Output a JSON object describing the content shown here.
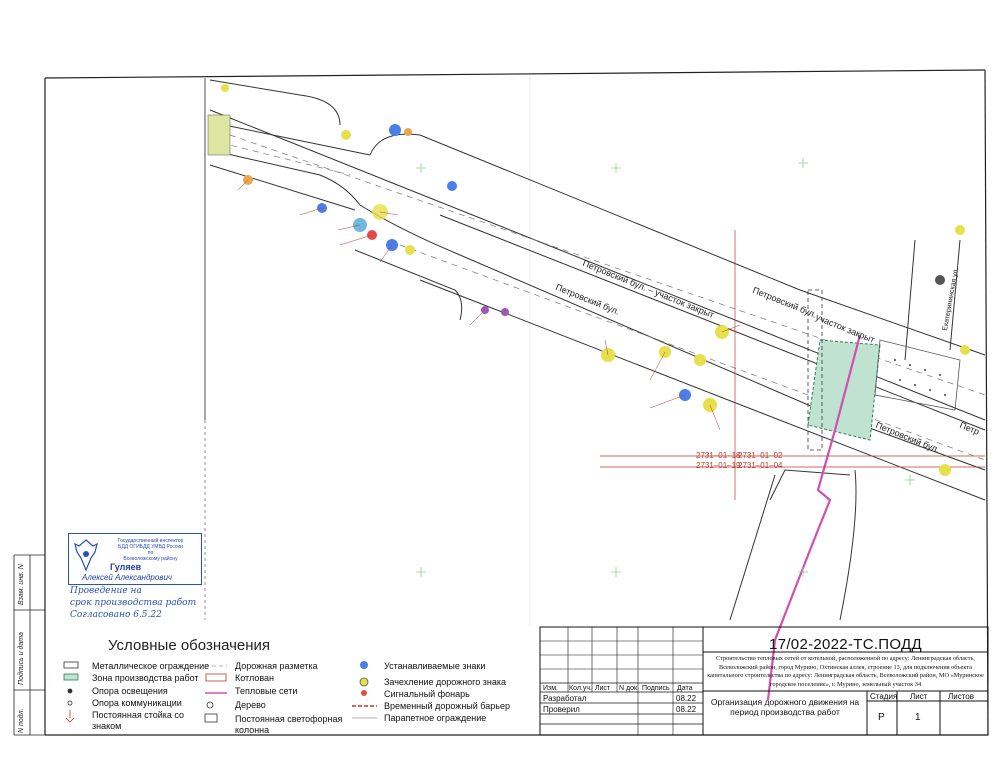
{
  "stamp": {
    "lines": [
      "Государственный инспектор",
      "БДД ОГИБДД УМВД России",
      "по",
      "Всеволожскому району"
    ],
    "name": "Гуляев",
    "fio": "Алексей Александрович"
  },
  "handwriting": [
    "Проведение на",
    "срок производства работ",
    "Согласовано 6.5.22"
  ],
  "side_labels": [
    "Взам. инв. N",
    "Подпись и дата",
    "N подл."
  ],
  "road_labels": {
    "street1": "Петровский бул. – участок закрыт",
    "street2": "Петровский бул.",
    "street3": "Петровский бул.",
    "street4": "участок закрыт",
    "street5": "Петровский бул.",
    "street6": "Петр",
    "street7": "Екатерининская ул."
  },
  "refs": [
    "2731–01–18",
    "2731–01–02",
    "2731–01–19",
    "2731–01–04"
  ],
  "legend": {
    "title": "Условные обозначения",
    "items": [
      "Металлическое ограждение",
      "Зона производства работ",
      "Опора освещения",
      "Опора коммуникации",
      "Постоянная стойка со знаком",
      "Дорожная разметка",
      "Котлован",
      "Тепловые сети",
      "Дерево",
      "Постоянная светофорная колонна",
      "Устанавливаемые знаки",
      "Зачехление дорожного знака",
      "Сигнальный фонарь",
      "Временный дорожный барьер",
      "Парапетное ограждение"
    ]
  },
  "title_block": {
    "code": "17/02-2022-ТС.ПОДД",
    "description": "Строительство тепловых сетей от котельной, расположенной по адресу: Ленинградская область, Всеволожский район, город Мурино, Охтинская аллея, строение 13, для подключения объекта капитального строительства по адресу: Ленинградская область, Всеволожский район, МО «Муринское городское поселение», г. Мурино, земельный участок 34",
    "col_headers": [
      "Изм.",
      "Кол.уч.",
      "Лист",
      "N док.",
      "Подпись",
      "Дата"
    ],
    "rows": [
      {
        "role": "Разработал",
        "date": "08.22"
      },
      {
        "role": "Проверил",
        "date": "08.22"
      }
    ],
    "org": "Организация дорожного движения на период производства работ",
    "stage_headers": [
      "Стадия",
      "Лист",
      "Листов"
    ],
    "stage_values": [
      "Р",
      "1",
      ""
    ]
  },
  "colors": {
    "accent_red": "#c0392b",
    "stamp_blue": "#2a4fb5",
    "pink_pipe": "#d14fb0",
    "zone_green": "#7fbf9f",
    "sign_yellow": "#e7e04a"
  }
}
